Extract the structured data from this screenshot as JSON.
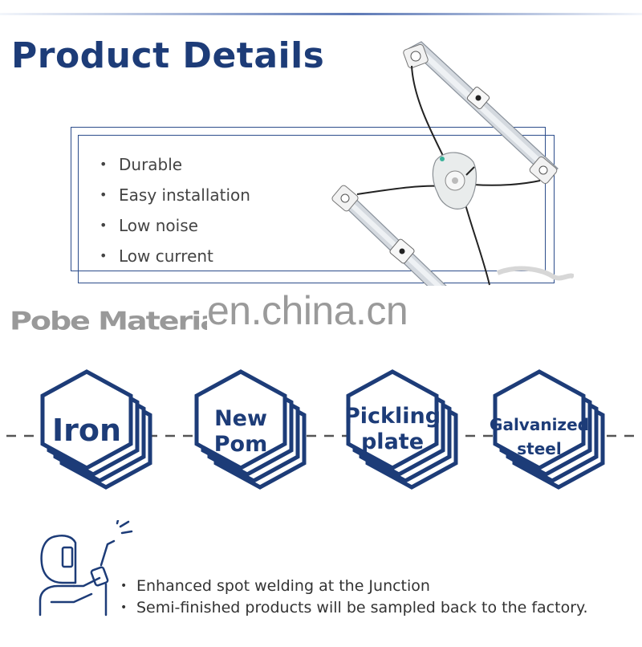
{
  "header": {
    "title": "Product Details"
  },
  "features": [
    "Durable",
    "Easy installation",
    "Low noise",
    "Low current"
  ],
  "material": {
    "title": "Pobe Material"
  },
  "watermark": "en.china.cn",
  "materials": [
    {
      "label_lines": [
        "Iron"
      ]
    },
    {
      "label_lines": [
        "New",
        "Pom"
      ]
    },
    {
      "label_lines": [
        "Pickling",
        "plate"
      ]
    },
    {
      "label_lines": [
        "Galvanized",
        "steel"
      ]
    }
  ],
  "notes": [
    "Enhanced spot welding at the Junction",
    "Semi-finished products will be sampled back to the factory."
  ],
  "colors": {
    "navy": "#1d3c78",
    "rail": "#c9cfd6",
    "body_text": "#444444"
  },
  "icons": {
    "bullet": "bullet-dot-icon",
    "welder": "welder-icon",
    "hexagon": "stacked-hexagon-icon"
  }
}
